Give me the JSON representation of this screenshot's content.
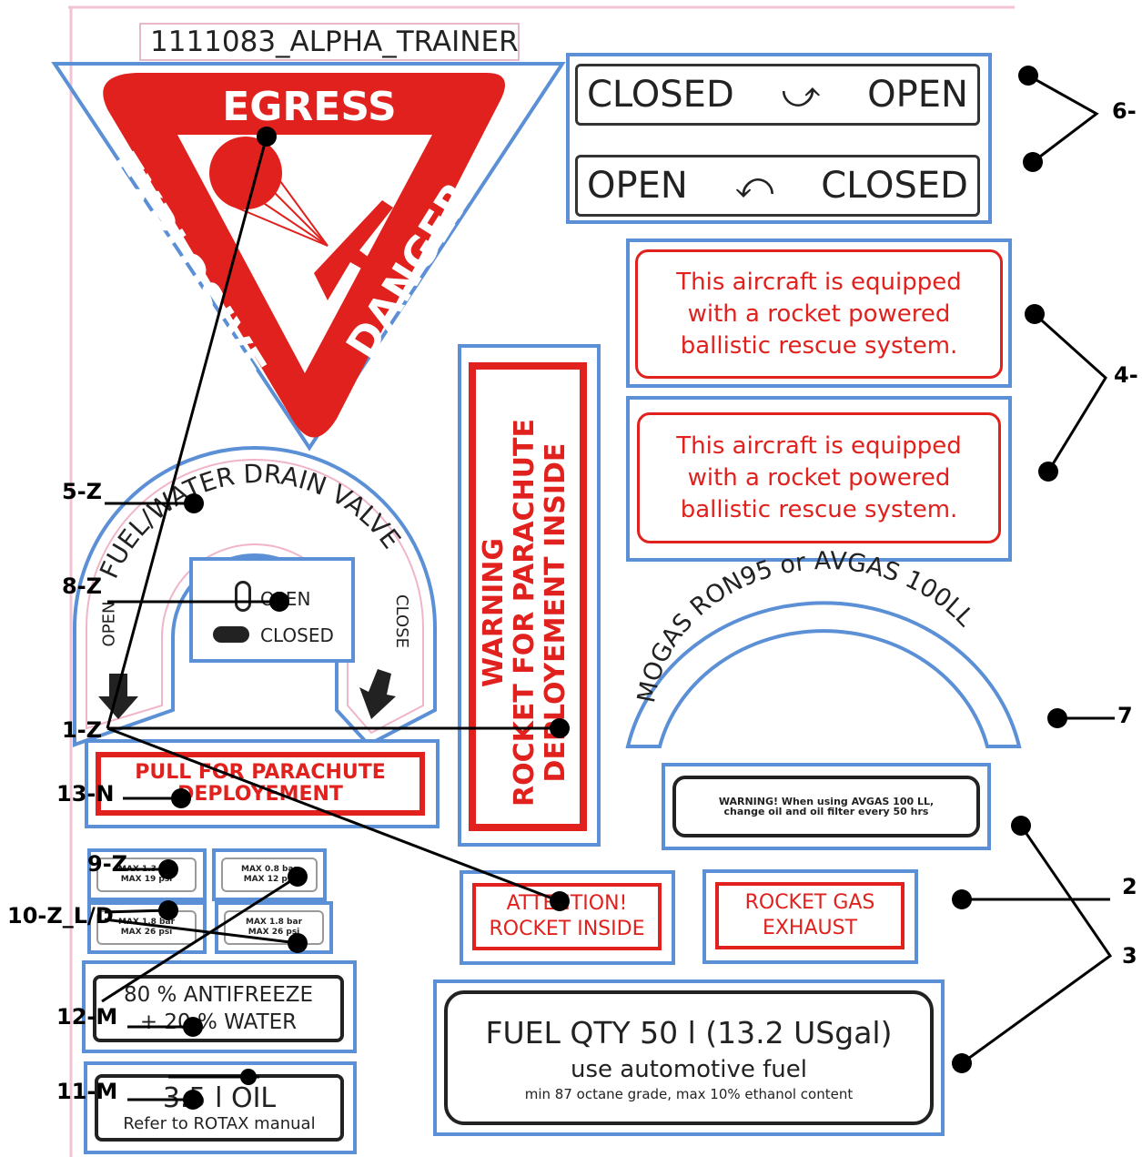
{
  "sheet_title": "1111083_ALPHA_TRAINER",
  "egress_label": {
    "top": "EGRESS",
    "left": "EXPLOSIVE",
    "right": "DANGER"
  },
  "valve_switch": {
    "closed_left": "CLOSED",
    "open_right": "OPEN",
    "open_left": "OPEN",
    "closed_right": "CLOSED"
  },
  "rocket_notice": {
    "text_1": "This aircraft is equipped",
    "text_2": "with a rocket powered",
    "text_3": "ballistic rescue system."
  },
  "drain_valve": {
    "arc_text": "FUEL/WATER DRAIN VALVE",
    "open": "OPEN",
    "close": "CLOSE"
  },
  "toggle": {
    "open": "OPEN",
    "closed": "CLOSED"
  },
  "warning_vertical": {
    "line1": "WARNING",
    "line2": "ROCKET FOR PARACHUTE",
    "line3": "DEPLOYEMENT INSIDE"
  },
  "fuel_type_arc": "MOGAS RON95 or AVGAS 100LL",
  "avgas_warning": {
    "line1": "WARNING! When using AVGAS 100 LL,",
    "line2": "change oil and oil filter every 50 hrs"
  },
  "pull_parachute": {
    "line1": "PULL FOR PARACHUTE",
    "line2": "DEPLOYEMENT"
  },
  "attention": {
    "line1": "ATTENTION!",
    "line2": "ROCKET INSIDE"
  },
  "rocket_gas": {
    "line1": "ROCKET GAS",
    "line2": "EXHAUST"
  },
  "tire_pressure": {
    "a1": "MAX 1.3 bar",
    "a2": "MAX 19 psi",
    "b1": "MAX 0.8 bar",
    "b2": "MAX 12 psi",
    "c1": "MAX 1.8 bar",
    "c2": "MAX 26 psi",
    "d1": "MAX 1.8 bar",
    "d2": "MAX 26 psi"
  },
  "antifreeze": {
    "line1": "80 % ANTIFREEZE",
    "line2": "+ 20 % WATER"
  },
  "oil": {
    "line1": "3.5 l OIL",
    "line2": "Refer to ROTAX manual"
  },
  "fuel_qty": {
    "line1": "FUEL QTY 50 l (13.2 USgal)",
    "line2": "use automotive fuel",
    "line3": "min 87 octane grade, max 10% ethanol content"
  },
  "callouts": {
    "c1": "1-Z",
    "c2": "2",
    "c3": "3",
    "c4": "4-",
    "c5": "5-Z",
    "c6": "6-",
    "c7": "7",
    "c8": "8-Z",
    "c9": "9-Z",
    "c10": "10-Z_L/D",
    "c11": "11-M",
    "c12": "12-M",
    "c13": "13-N"
  },
  "colors": {
    "placard_red": "#e0211d",
    "selection_blue": "#5b8fd6",
    "border_pink": "#e7b9c6"
  }
}
